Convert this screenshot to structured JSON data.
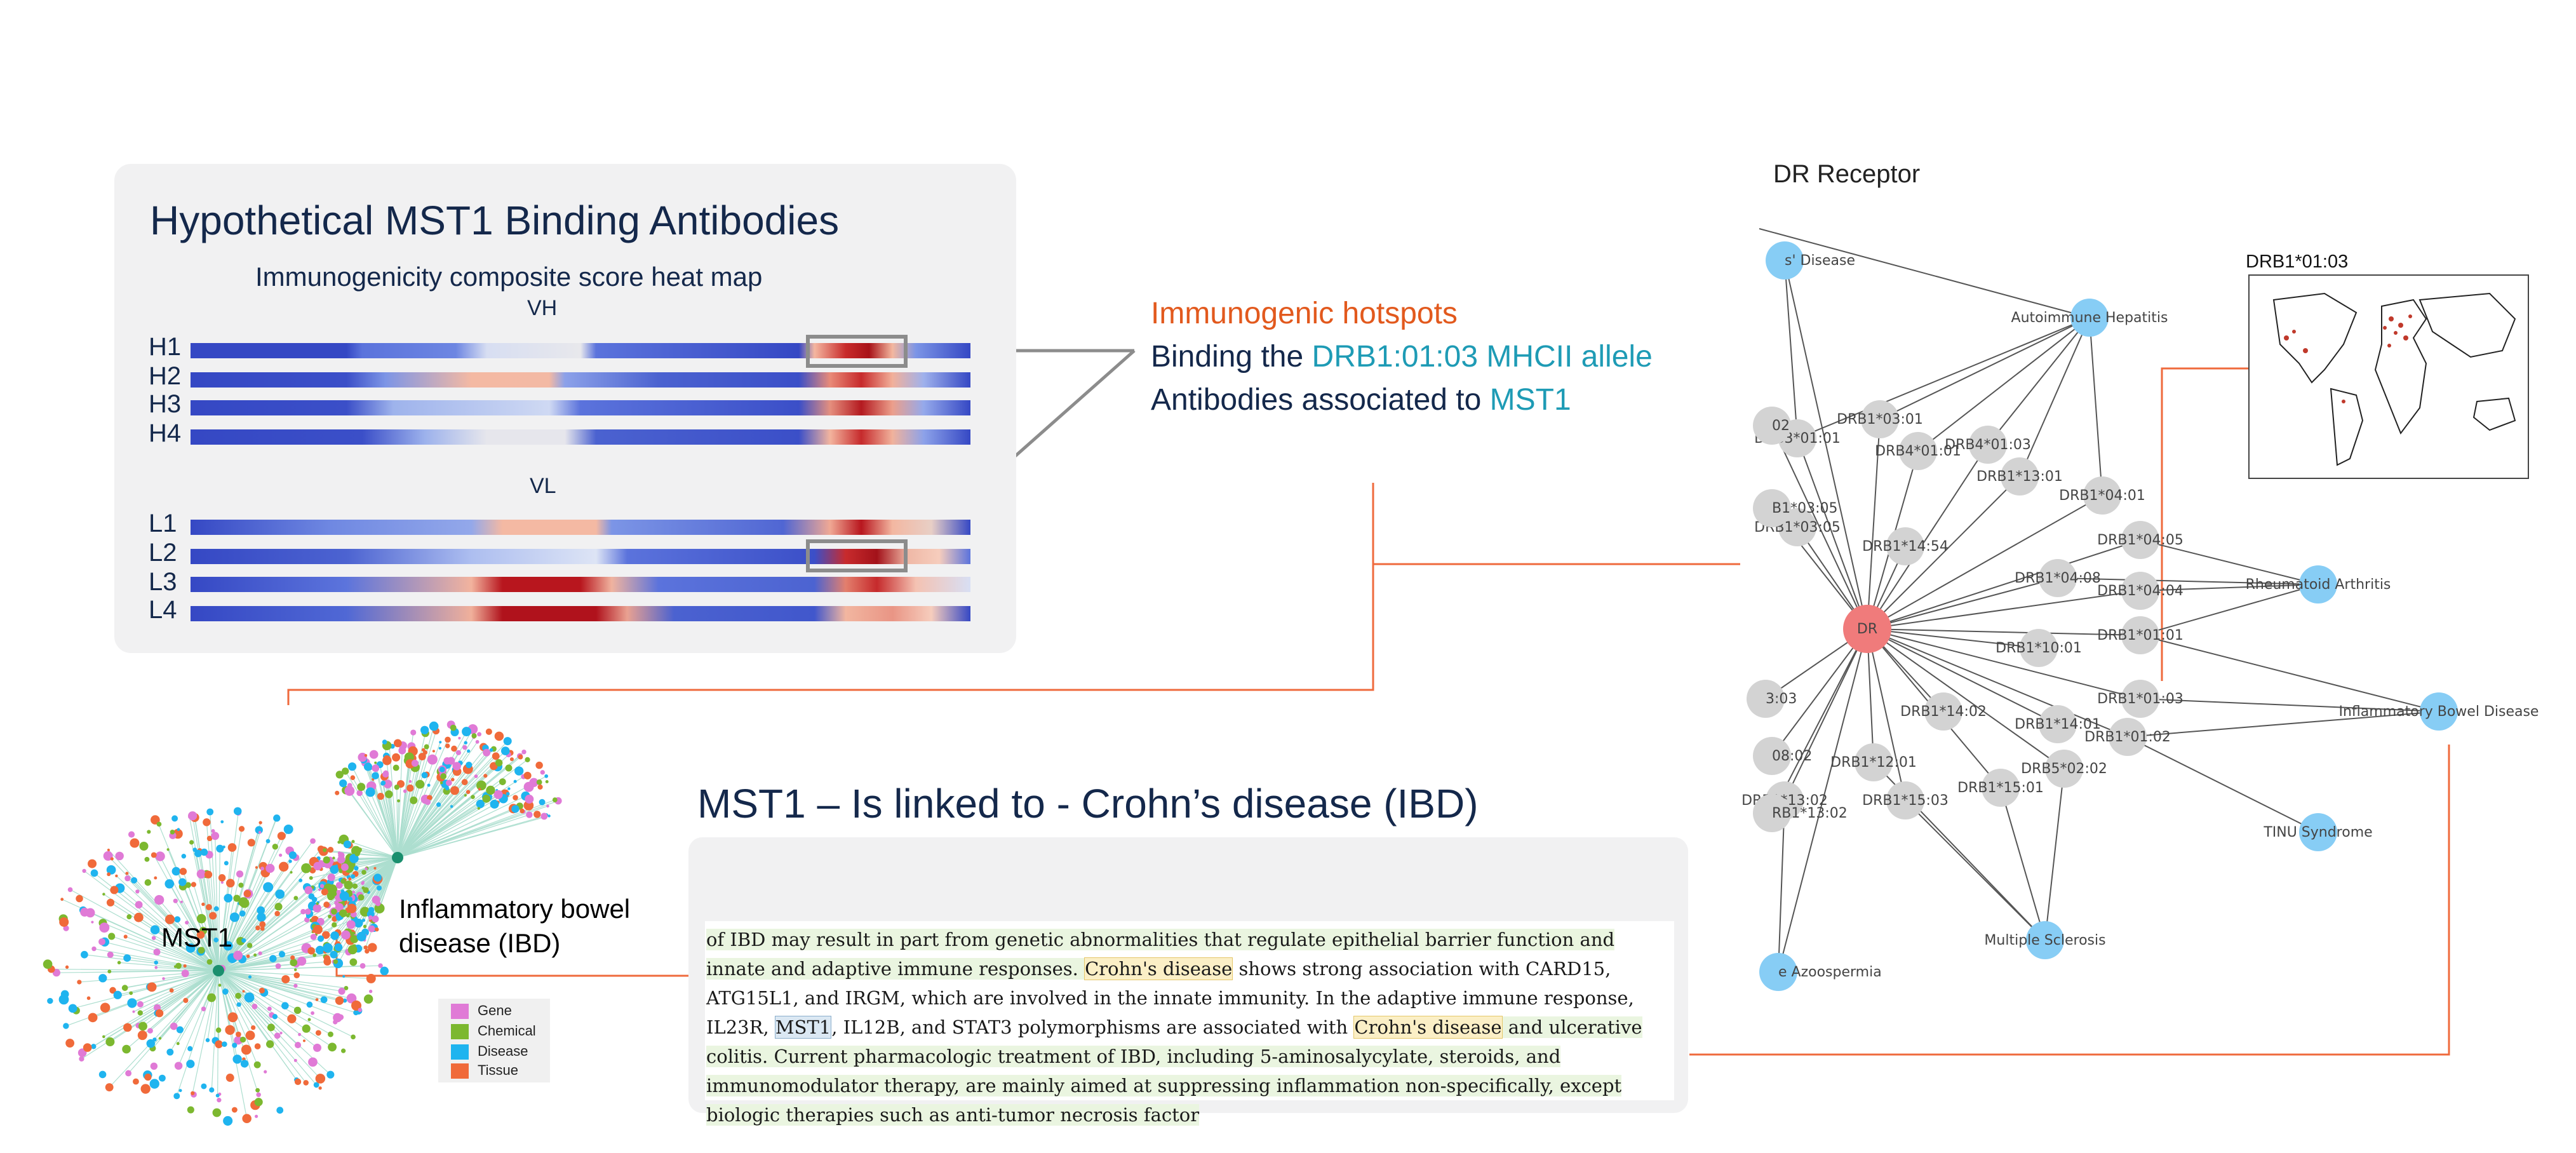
{
  "heatmap": {
    "title": "Hypothetical MST1 Binding Antibodies",
    "subtitle": "Immunogenicity composite score heat map",
    "vh_label": "VH",
    "vl_label": "VL",
    "rows_vh": [
      "H1",
      "H2",
      "H3",
      "H4"
    ],
    "rows_vl": [
      "L1",
      "L2",
      "L3",
      "L4"
    ]
  },
  "legend": {
    "hotspots": "Immunogenic hotspots",
    "binding_prefix": "Binding the ",
    "binding_allele": "DRB1:01:03 MHCII allele",
    "assoc_prefix": "Antibodies associated to ",
    "assoc_target": "MST1"
  },
  "link_heading": "MST1 – Is linked to - Crohn’s disease (IBD)",
  "abstract": {
    "seg1": "of IBD may result in part from genetic abnormalities that regulate epithelial barrier function and innate and adaptive immune responses.  ",
    "dis1": "Crohn's disease",
    "seg2": " shows strong association with CARD15, ATG15L1, and IRGM, which are involved in the innate immunity.  In the adaptive immune response, IL23R, ",
    "gene": "MST1",
    "seg3": ", IL12B, and STAT3 polymorphisms are associated with ",
    "dis2": "Crohn's disease",
    "seg4": " and ulcerative colitis.  Current pharmacologic treatment of IBD, including 5-aminosalycylate, steroids, and immunomodulator therapy, are mainly aimed at suppressing inflammation non-specifically, except biologic therapies such as anti-tumor necrosis factor"
  },
  "network_left": {
    "center_left": "MST1",
    "center_right_line1": "Inflammatory bowel",
    "center_right_line2": "disease (IBD)",
    "legend": [
      "Gene",
      "Chemical",
      "Disease",
      "Tissue"
    ],
    "legend_colors": [
      "#e07ad6",
      "#7cb82f",
      "#1fb4ef",
      "#f06a3a"
    ]
  },
  "dr_network": {
    "title": "DR Receptor",
    "center": "DR",
    "alleles": [
      "DRB1*03:01",
      "DRB3*01:01",
      "DRB4*01:01",
      "DRB4*01:03",
      "DRB1*13:01",
      "DRB1*04:01",
      "DRB1*03:05",
      "DRB1*14:54",
      "DRB1*04:05",
      "DRB1*04:08",
      "DRB1*04:04",
      "DRB1*01:01",
      "DRB1*10:01",
      "DRB1*01:03",
      "DRB1*14:02",
      "DRB1*14:01",
      "DRB1*01:02",
      "DRB1*12:01",
      "DRB5*02:02",
      "DRB1*15:01",
      "DRB1*15:03",
      "DRB1*13:02"
    ],
    "left_cut_labels": [
      "s' Disease",
      "02",
      "B1*03:05",
      "3:03",
      "08:02",
      "RB1*13:02",
      "e Azoospermia"
    ],
    "diseases": [
      "Autoimmune Hepatitis",
      "Rheumatoid Arthritis",
      "Inflammatory Bowel Disease",
      "TINU Syndrome",
      "Multiple Sclerosis"
    ],
    "map_title": "DRB1*01:03",
    "colors": {
      "center": "#f07b7b",
      "allele": "#d3d3d3",
      "disease": "#87cdf5",
      "connector": "#ef6a3c"
    }
  },
  "heat_colors": {
    "low": "#3548c4",
    "mid": "#e9e9ee",
    "high": "#b3151c"
  }
}
